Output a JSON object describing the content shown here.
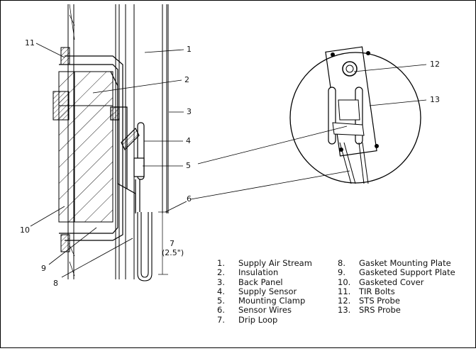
{
  "callouts": {
    "c1": "1",
    "c2": "2",
    "c3": "3",
    "c4": "4",
    "c5": "5",
    "c6": "6",
    "c7": "7",
    "c7_dim": "(2.5\")",
    "c8": "8",
    "c9": "9",
    "c10": "10",
    "c11": "11",
    "c12": "12",
    "c13": "13"
  },
  "legend": {
    "col1": [
      {
        "num": "1.",
        "label": "Supply Air Stream"
      },
      {
        "num": "2.",
        "label": "Insulation"
      },
      {
        "num": "3.",
        "label": "Back Panel"
      },
      {
        "num": "4.",
        "label": "Supply Sensor"
      },
      {
        "num": "5.",
        "label": "Mounting Clamp"
      },
      {
        "num": "6.",
        "label": "Sensor Wires"
      },
      {
        "num": "7.",
        "label": "Drip Loop"
      }
    ],
    "col2": [
      {
        "num": "8.",
        "label": "Gasket Mounting Plate"
      },
      {
        "num": "9.",
        "label": "Gasketed Support Plate"
      },
      {
        "num": "10.",
        "label": "Gasketed Cover"
      },
      {
        "num": "11.",
        "label": "TIR Bolts"
      },
      {
        "num": "12.",
        "label": "STS Probe"
      },
      {
        "num": "13.",
        "label": "SRS Probe"
      }
    ]
  }
}
